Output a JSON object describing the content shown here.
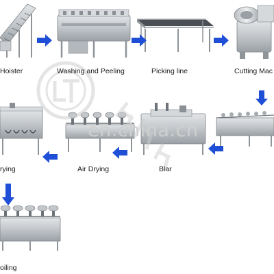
{
  "process": {
    "steps": [
      {
        "id": "hoister",
        "label": "Hoister"
      },
      {
        "id": "washing-peeling",
        "label": "Washing and Peeling"
      },
      {
        "id": "picking-line",
        "label": "Picking line"
      },
      {
        "id": "cutting",
        "label": "Cutting Mac"
      },
      {
        "id": "blanching",
        "label": "Blar"
      },
      {
        "id": "air-drying",
        "label": "Air Drying"
      },
      {
        "id": "drying",
        "label": "rying"
      },
      {
        "id": "boiling",
        "label": "oiling"
      }
    ]
  },
  "watermark": {
    "site": "en.china.cn",
    "seal_letters": "LT",
    "chinese": "乐机械"
  },
  "colors": {
    "arrow": "#1f4fd6",
    "steel": "#c6c9cc",
    "steel_dark": "#8f9499",
    "conveyor": "#4a4f55",
    "watermark": "#d0d0d0",
    "background": "#ffffff"
  }
}
